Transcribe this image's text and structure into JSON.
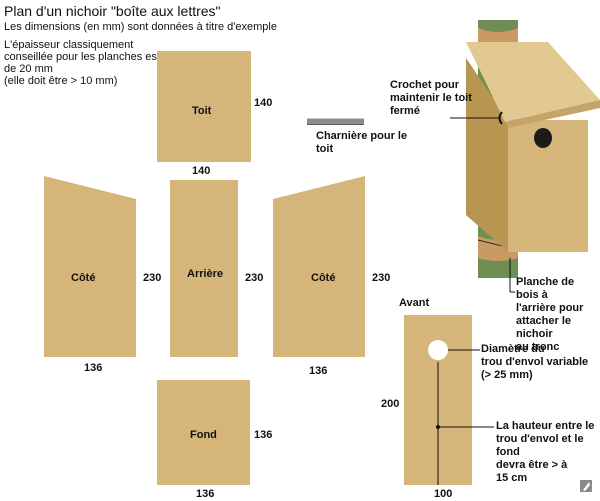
{
  "header": {
    "title": "Plan d'un nichoir \"boîte aux lettres\"",
    "subtitle": "Les dimensions (en mm) sont données à titre d'exemple",
    "thickness_note": "L'épaisseur classiquement\nconseillée pour les planches est\nde 20 mm\n(elle doit être > 10 mm)"
  },
  "panels": {
    "toit": {
      "label": "Toit",
      "height": "140",
      "width": "140"
    },
    "cote_left": {
      "label": "Côté",
      "height": "230",
      "width": "136"
    },
    "arriere": {
      "label": "Arrière",
      "height": "230"
    },
    "cote_right": {
      "label": "Côté",
      "height": "230",
      "width": "136"
    },
    "fond": {
      "label": "Fond",
      "height": "136",
      "width": "136"
    },
    "avant": {
      "title": "Avant",
      "height": "200",
      "width": "100"
    }
  },
  "annotations": {
    "charniere": "Charnière pour le\ntoit",
    "crochet": "Crochet pour\nmaintenir le toit\nfermé",
    "planche": "Planche de\nbois à\nl'arrière pour\nattacher le nichoir\nau tronc",
    "diametre": "Diamètre du\ntrou d'envol variable\n(> 25 mm)",
    "hauteur": "La hauteur entre le\ntrou d'envol et le fond\ndevra être > à\n15 cm"
  },
  "colors": {
    "wood": "#d5b57a",
    "wood_dark": "#b99552",
    "wood_roof": "#e2c992",
    "trunk": "#6f8e53",
    "strap": "#c99a63",
    "hinge": "#8c8c8c"
  }
}
